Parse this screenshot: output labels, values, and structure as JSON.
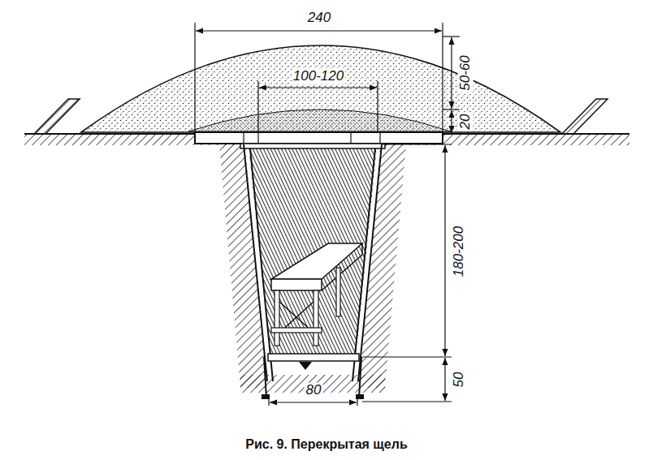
{
  "diagram": {
    "caption": "Рис. 9. Перекрытая щель",
    "labels": [
      "240",
      "100-120",
      "50-60",
      "20",
      "180-200",
      "50",
      "80"
    ]
  }
}
